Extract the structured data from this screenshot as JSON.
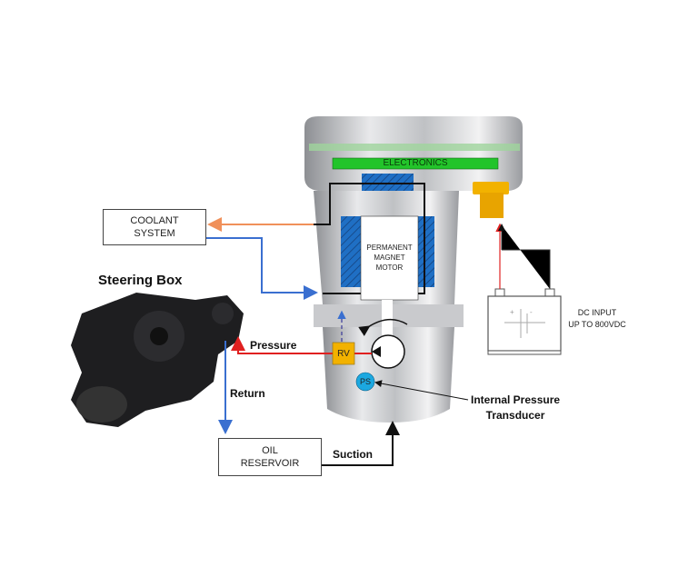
{
  "title": "Steering Box",
  "labels": {
    "electronics": "ELECTRONICS",
    "motor": [
      "PERMANENT",
      "MAGNET",
      "MOTOR"
    ],
    "coolant": [
      "COOLANT",
      "SYSTEM"
    ],
    "reservoir": [
      "OIL",
      "RESERVOIR"
    ],
    "dc_input": [
      "DC INPUT",
      "UP TO 800VDC"
    ],
    "pressure": "Pressure",
    "return": "Return",
    "suction": "Suction",
    "transducer": [
      "Internal Pressure",
      "Transducer"
    ],
    "rv": "RV",
    "ps": "PS",
    "battery_plus": "+",
    "battery_minus": "-"
  },
  "colors": {
    "electronics": "#22c42a",
    "magnet": "#1f6fc4",
    "rv": "#f2b200",
    "ps": "#1ca8e0",
    "coolant_out": "#f0905a",
    "coolant_in": "#3a6fd0",
    "pressure": "#e02020"
  }
}
